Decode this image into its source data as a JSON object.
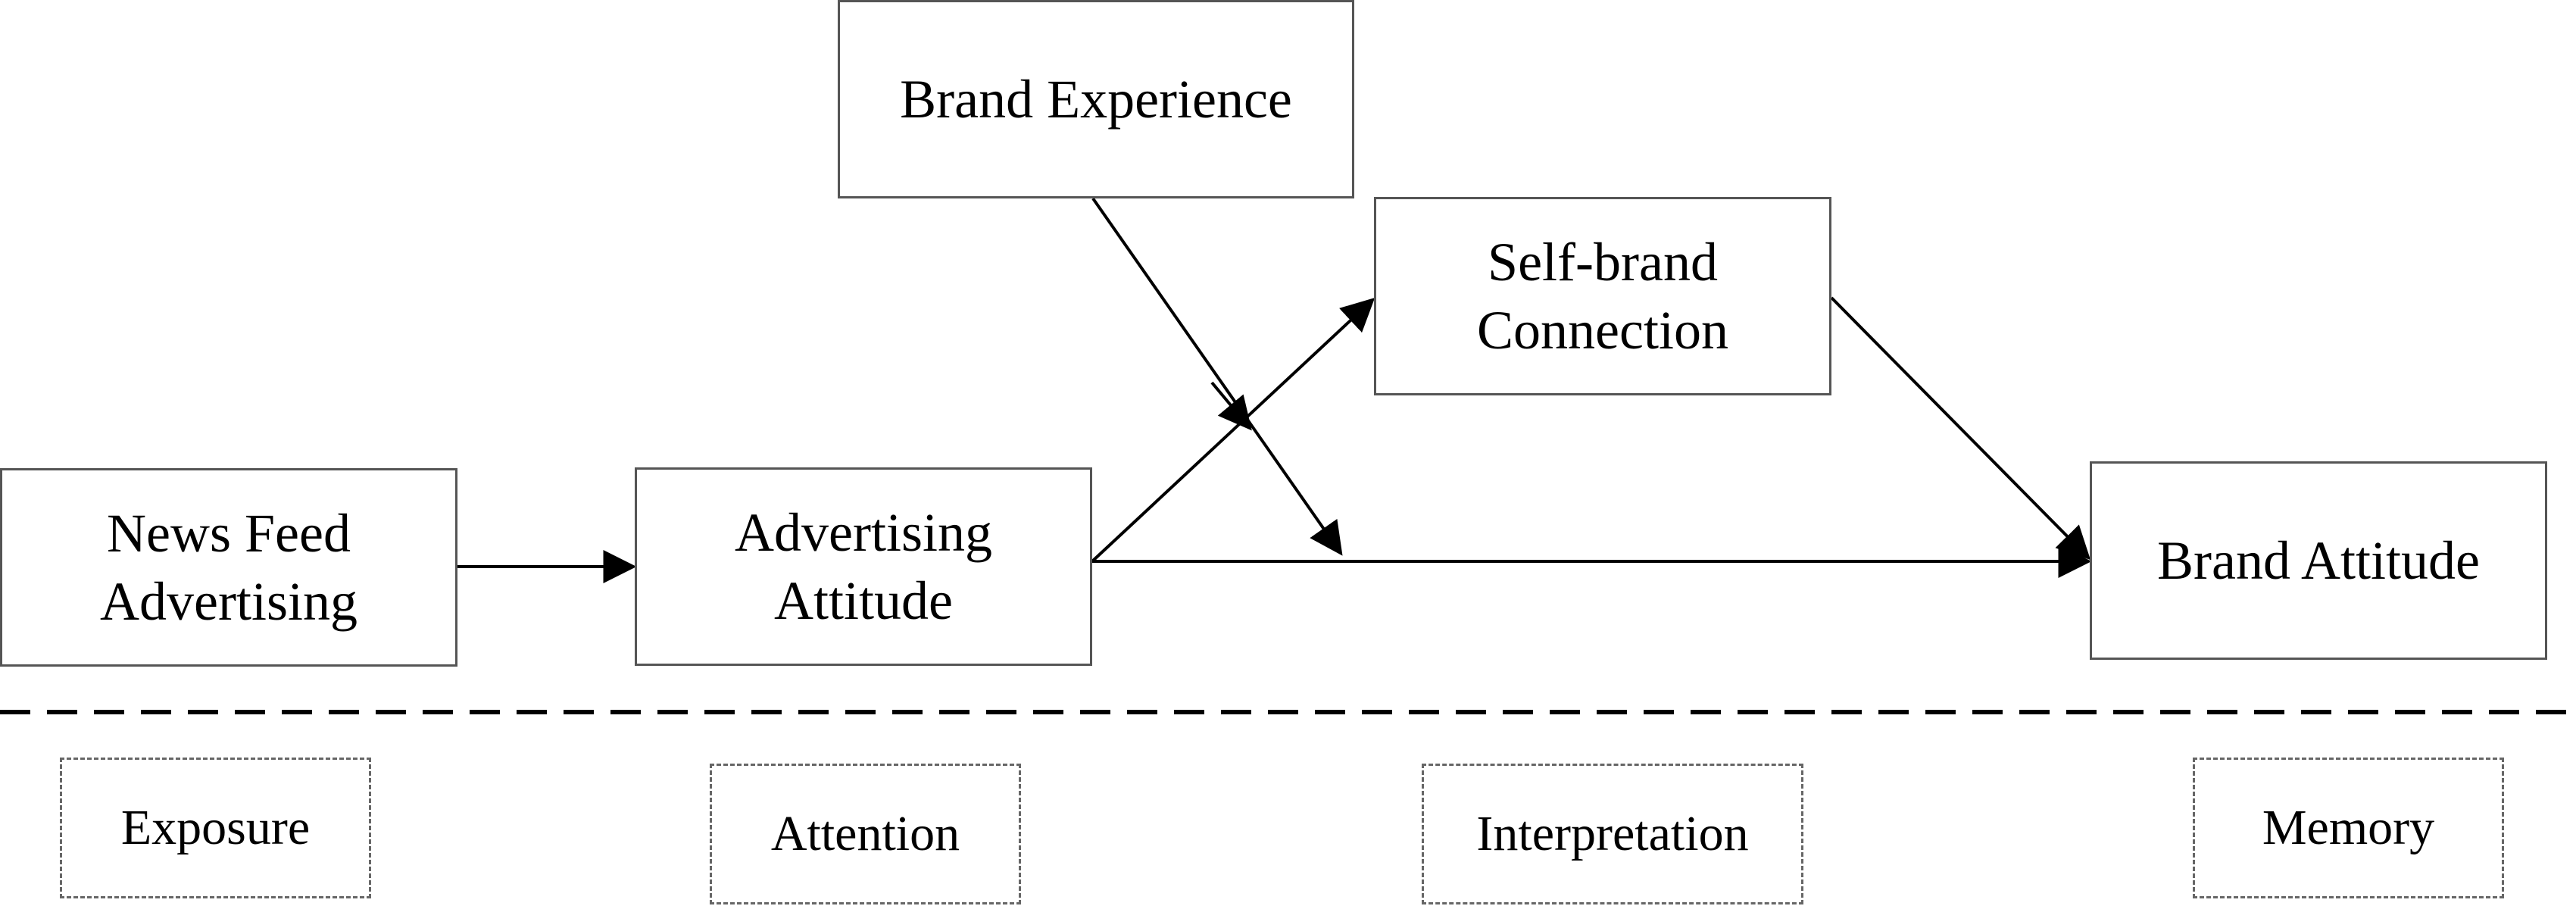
{
  "nodes": {
    "news_feed": {
      "line1": "News Feed",
      "line2": "Advertising"
    },
    "advertising_attitude": {
      "line1": "Advertising",
      "line2": "Attitude"
    },
    "brand_experience": {
      "line1": "Brand Experience"
    },
    "self_brand_connection": {
      "line1": "Self-brand",
      "line2": "Connection"
    },
    "brand_attitude": {
      "line1": "Brand Attitude"
    }
  },
  "stages": {
    "exposure": "Exposure",
    "attention": "Attention",
    "interpretation": "Interpretation",
    "memory": "Memory"
  }
}
